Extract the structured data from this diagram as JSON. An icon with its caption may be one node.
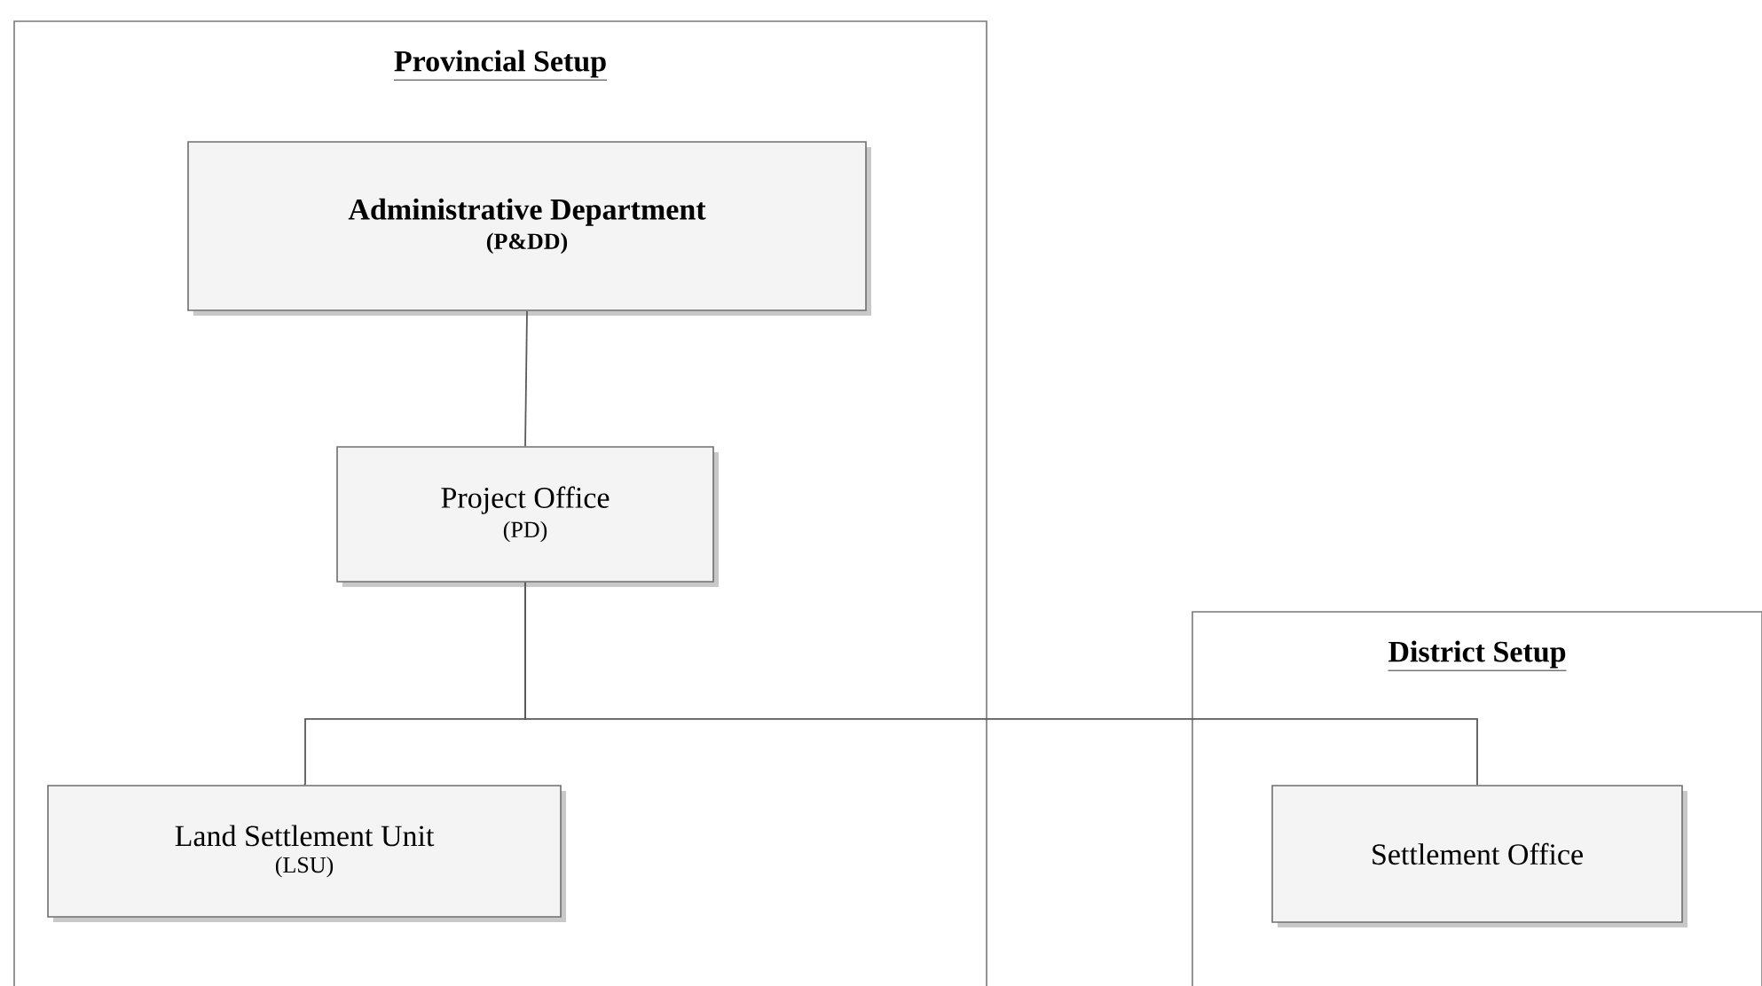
{
  "diagram": {
    "nodes": [
      {
        "text": [
          "Provincial Setup"
        ]
      },
      {
        "text": [
          "Administrative Department",
          "(P&DD)"
        ],
        "in": 0
      },
      {
        "text": [
          "Project Office",
          "(PD)"
        ],
        "in": 0
      },
      {
        "text": [
          "Land Settlement Unit",
          "(LSU)"
        ],
        "in": 0
      },
      {
        "text": [
          "District Setup"
        ]
      },
      {
        "text": [
          "Settlement Office"
        ],
        "in": 4
      }
    ],
    "edges": [
      {
        "from": 1,
        "to": 2,
        "arrow": "none"
      },
      {
        "from": 2,
        "to": 3,
        "arrow": "none"
      },
      {
        "from": 2,
        "to": 5,
        "arrow": "none"
      }
    ]
  }
}
